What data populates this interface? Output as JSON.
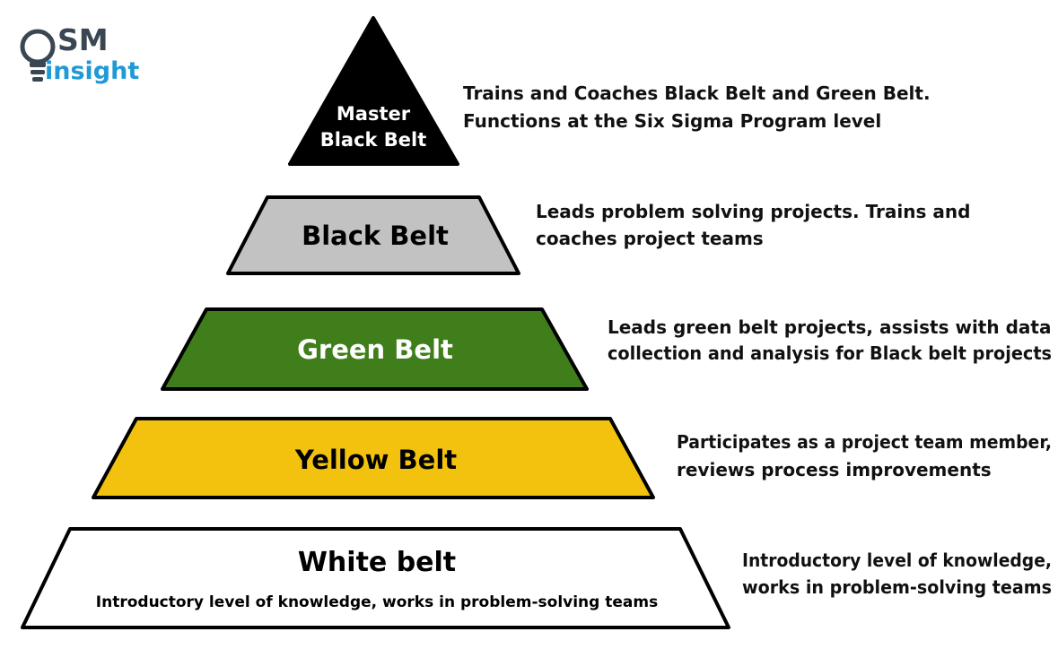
{
  "logo": {
    "line1": "SM",
    "line2": "insight",
    "colors": {
      "dark": "#3b4653",
      "blue": "#1f9ad6"
    }
  },
  "tiers": [
    {
      "key": "master-black-belt",
      "title_lines": [
        "Master",
        "Black Belt"
      ],
      "fill": "#000000",
      "text_color": "#ffffff",
      "description_lines": [
        "Trains and Coaches Black Belt and Green Belt.",
        "Functions at the Six Sigma Program level"
      ]
    },
    {
      "key": "black-belt",
      "title_lines": [
        "Black Belt"
      ],
      "fill": "#c2c2c2",
      "text_color": "#000000",
      "description_lines": [
        "Leads problem solving projects. Trains and",
        "coaches project teams"
      ]
    },
    {
      "key": "green-belt",
      "title_lines": [
        "Green Belt"
      ],
      "fill": "#3f7e1a",
      "text_color": "#ffffff",
      "description_lines": [
        "Leads green belt projects, assists with data",
        "collection and analysis for Black belt projects"
      ]
    },
    {
      "key": "yellow-belt",
      "title_lines": [
        "Yellow Belt"
      ],
      "fill": "#f3c20e",
      "text_color": "#000000",
      "description_lines": [
        "Participates as a project team member,",
        "reviews process improvements"
      ]
    },
    {
      "key": "white-belt",
      "title_lines": [
        "White belt"
      ],
      "subtitle": "Introductory level of knowledge, works in problem-solving teams",
      "fill": "#ffffff",
      "text_color": "#000000",
      "description_lines": [
        "Introductory level of knowledge,",
        "works in problem-solving teams"
      ]
    }
  ]
}
